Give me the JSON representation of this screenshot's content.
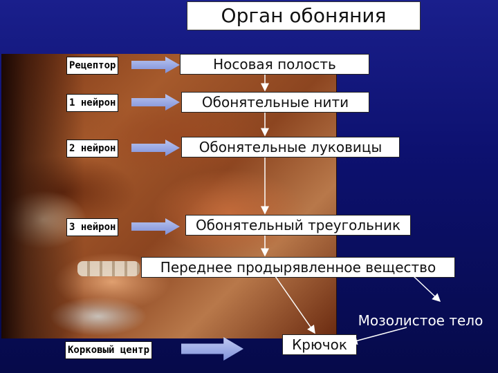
{
  "title": "Орган обоняния",
  "left_labels": {
    "receptor": "Рецептор",
    "neuron1": "1 нейрон",
    "neuron2": "2 нейрон",
    "neuron3": "3 нейрон",
    "cortex": "Корковый центр"
  },
  "structures": {
    "nasal_cavity": "Носовая полость",
    "olfactory_filaments": "Обонятельные нити",
    "olfactory_bulbs": "Обонятельные луковицы",
    "olfactory_triangle": "Обонятельный треугольник",
    "anterior_perforated": "Переднее продырявленное вещество",
    "corpus_callosum": "Мозолистое тело",
    "hook": "Крючок"
  },
  "colors": {
    "background": "#0d1170",
    "arrow": "#8a9ae0",
    "box": "#ffffff"
  }
}
